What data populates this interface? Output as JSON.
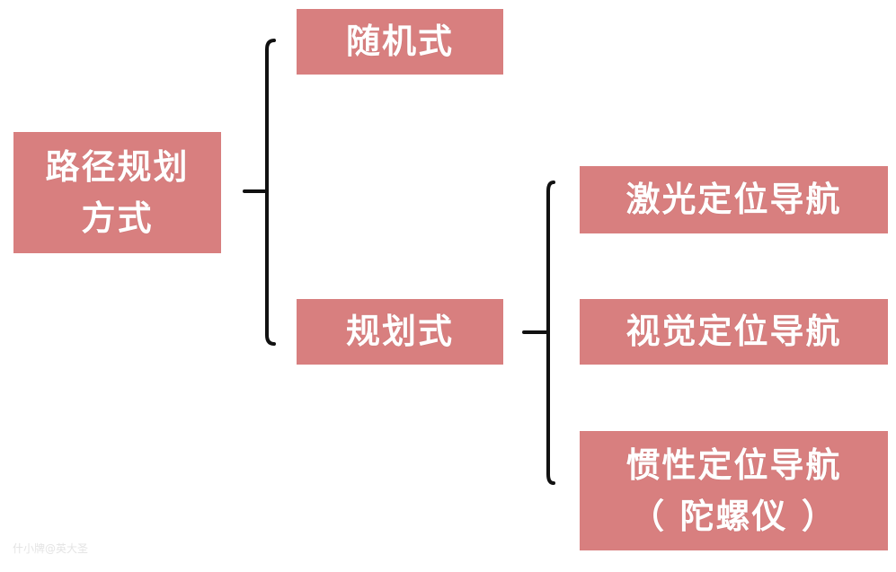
{
  "diagram": {
    "root": {
      "label": "路径规划\n方式"
    },
    "level1": [
      {
        "label": "随机式"
      },
      {
        "label": "规划式"
      }
    ],
    "level2": [
      {
        "label": "激光定位导航"
      },
      {
        "label": "视觉定位导航"
      },
      {
        "label": "惯性定位导航\n（ 陀螺仪 ）"
      }
    ],
    "colors": {
      "node_fill": "#d87f7f",
      "node_text": "#ffffff",
      "connector": "#111111"
    }
  },
  "watermark": {
    "text": "什小牌@英大圣"
  }
}
